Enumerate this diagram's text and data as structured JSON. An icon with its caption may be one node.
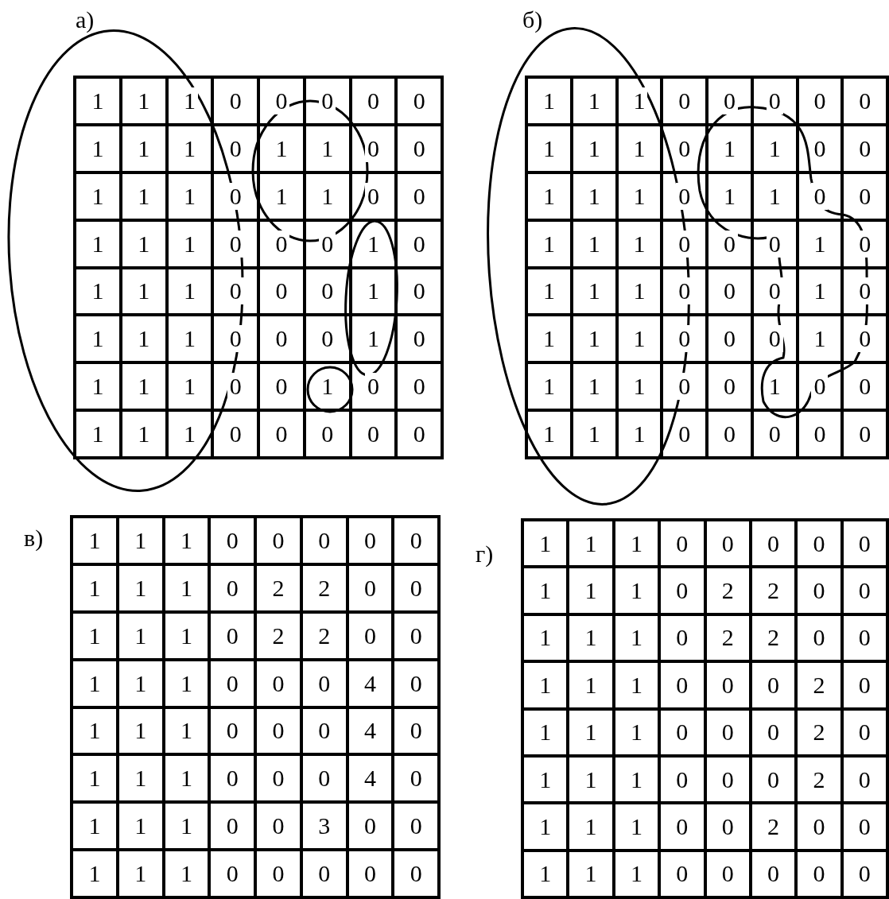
{
  "diagram": {
    "labels": [
      "а)",
      "1",
      "1",
      "1",
      "0",
      "0",
      "0",
      "0",
      "0",
      "1",
      "1",
      "1",
      "0",
      "1",
      "1",
      "0",
      "0",
      "1",
      "1",
      "1",
      "0",
      "1",
      "1",
      "0",
      "0",
      "1",
      "1",
      "1",
      "0",
      "0",
      "0",
      "1",
      "0",
      "1",
      "1",
      "1",
      "0",
      "0",
      "0",
      "1",
      "0",
      "1",
      "1",
      "1",
      "0",
      "0",
      "0",
      "1",
      "0",
      "1",
      "1",
      "1",
      "0",
      "0",
      "1",
      "0",
      "0",
      "1",
      "1",
      "1",
      "0",
      "0",
      "0",
      "0",
      "0",
      "б)",
      "1",
      "1",
      "1",
      "0",
      "0",
      "0",
      "0",
      "0",
      "1",
      "1",
      "1",
      "0",
      "1",
      "1",
      "0",
      "0",
      "1",
      "1",
      "1",
      "0",
      "1",
      "1",
      "0",
      "0",
      "1",
      "1",
      "1",
      "0",
      "0",
      "0",
      "1",
      "0",
      "1",
      "1",
      "1",
      "0",
      "0",
      "0",
      "1",
      "0",
      "1",
      "1",
      "1",
      "0",
      "0",
      "0",
      "1",
      "0",
      "1",
      "1",
      "1",
      "0",
      "0",
      "1",
      "0",
      "0",
      "1",
      "1",
      "1",
      "0",
      "0",
      "0",
      "0",
      "0",
      "в)",
      "1",
      "1",
      "1",
      "0",
      "0",
      "0",
      "0",
      "0",
      "1",
      "1",
      "1",
      "0",
      "2",
      "2",
      "0",
      "0",
      "1",
      "1",
      "1",
      "0",
      "2",
      "2",
      "0",
      "0",
      "1",
      "1",
      "1",
      "0",
      "0",
      "0",
      "4",
      "0",
      "1",
      "1",
      "1",
      "0",
      "0",
      "0",
      "4",
      "0",
      "1",
      "1",
      "1",
      "0",
      "0",
      "0",
      "4",
      "0",
      "1",
      "1",
      "1",
      "0",
      "0",
      "3",
      "0",
      "0",
      "1",
      "1",
      "1",
      "0",
      "0",
      "0",
      "0",
      "0",
      "г)",
      "1",
      "1",
      "1",
      "0",
      "0",
      "0",
      "0",
      "0",
      "1",
      "1",
      "1",
      "0",
      "2",
      "2",
      "0",
      "0",
      "1",
      "1",
      "1",
      "0",
      "2",
      "2",
      "0",
      "0",
      "1",
      "1",
      "1",
      "0",
      "0",
      "0",
      "2",
      "0",
      "1",
      "1",
      "1",
      "0",
      "0",
      "0",
      "2",
      "0",
      "1",
      "1",
      "1",
      "0",
      "0",
      "0",
      "2",
      "0",
      "1",
      "1",
      "1",
      "0",
      "0",
      "2",
      "0",
      "0",
      "1",
      "1",
      "1",
      "0",
      "0",
      "0",
      "0",
      "0"
    ]
  }
}
